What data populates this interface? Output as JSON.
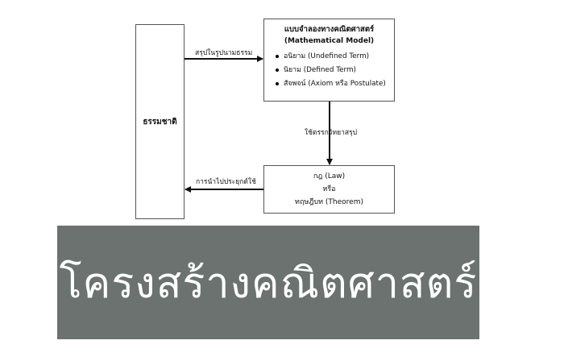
{
  "nature_box": {
    "label": "ธรรมชาติ"
  },
  "model_box": {
    "title": "แบบจำลองทางคณิตศาสตร์",
    "subtitle": "(Mathematical Model)",
    "items": [
      "อนิยาม (Undefined Term)",
      "นิยาม (Defined Term)",
      "สัจพจน์ (Axiom หรือ Postulate)"
    ]
  },
  "law_box": {
    "line1": "กฎ (Law)",
    "line2": "หรือ",
    "line3": "ทฤษฎีบท (Theorem)"
  },
  "edges": {
    "summarize": "สรุปในรูปนามธรรม",
    "deduce": "ใช้ตรรกวิทยาสรุป",
    "apply": "การนำไปประยุกต์ใช้"
  },
  "banner": {
    "title": "โครงสร้างคณิตศาสตร์",
    "background": "#6b7270"
  }
}
